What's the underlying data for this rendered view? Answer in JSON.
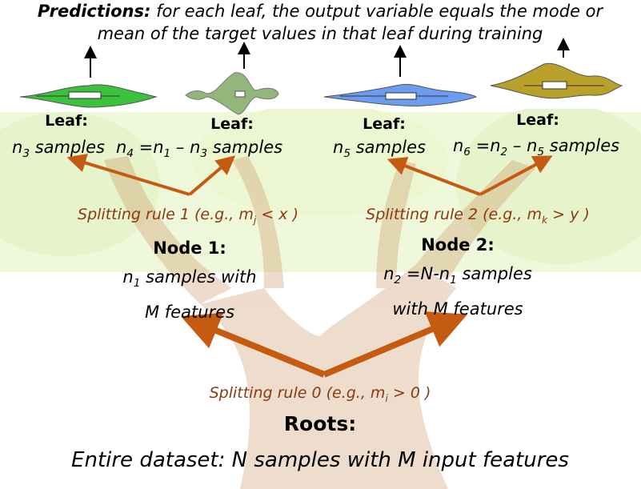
{
  "title": {
    "bold": "Predictions:",
    "line1": " for each leaf,  the output variable equals the mode or",
    "line2": "mean of the target values in that leaf during training"
  },
  "leaves": [
    {
      "label": "Leaf:",
      "n": "n",
      "sub": "3",
      "rest": " samples",
      "color": "#3cc13c"
    },
    {
      "label": "Leaf:",
      "n": "n",
      "sub": "4",
      "rest": " =n",
      "sub2": "1",
      "rest2": " – n",
      "sub3": "3",
      "rest3": " samples",
      "color": "#93b77a"
    },
    {
      "label": "Leaf:",
      "n": "n",
      "sub": "5",
      "rest": " samples",
      "color": "#6b9cf0"
    },
    {
      "label": "Leaf:",
      "n": "n",
      "sub": "6",
      "rest": " =n",
      "sub2": "2",
      "rest2": " – n",
      "sub3": "5",
      "rest3": " samples",
      "color": "#b8a02a"
    }
  ],
  "rules": {
    "rule1": {
      "pre": "Splitting rule 1 (e.g., m",
      "sub": "j",
      "post": " < x )"
    },
    "rule2": {
      "pre": "Splitting rule 2 (e.g., m",
      "sub": "k",
      "post": " > y )"
    },
    "rule0": {
      "pre": "Splitting rule 0 (e.g., m",
      "sub": "i",
      "post": " > 0 )"
    }
  },
  "node1": {
    "title": "Node 1:",
    "n": "n",
    "sub": "1",
    "line1": " samples with",
    "line2": "M features"
  },
  "node2": {
    "title": "Node 2:",
    "n": "n",
    "sub": "2",
    "mid": " =N-n",
    "sub2": "1",
    "line1": " samples",
    "line2": "with M features"
  },
  "roots": {
    "title": "Roots:",
    "desc": "Entire dataset: N samples with M input features"
  },
  "colors": {
    "arrow": "#c55a11",
    "rule_text": "#8a3a10"
  }
}
